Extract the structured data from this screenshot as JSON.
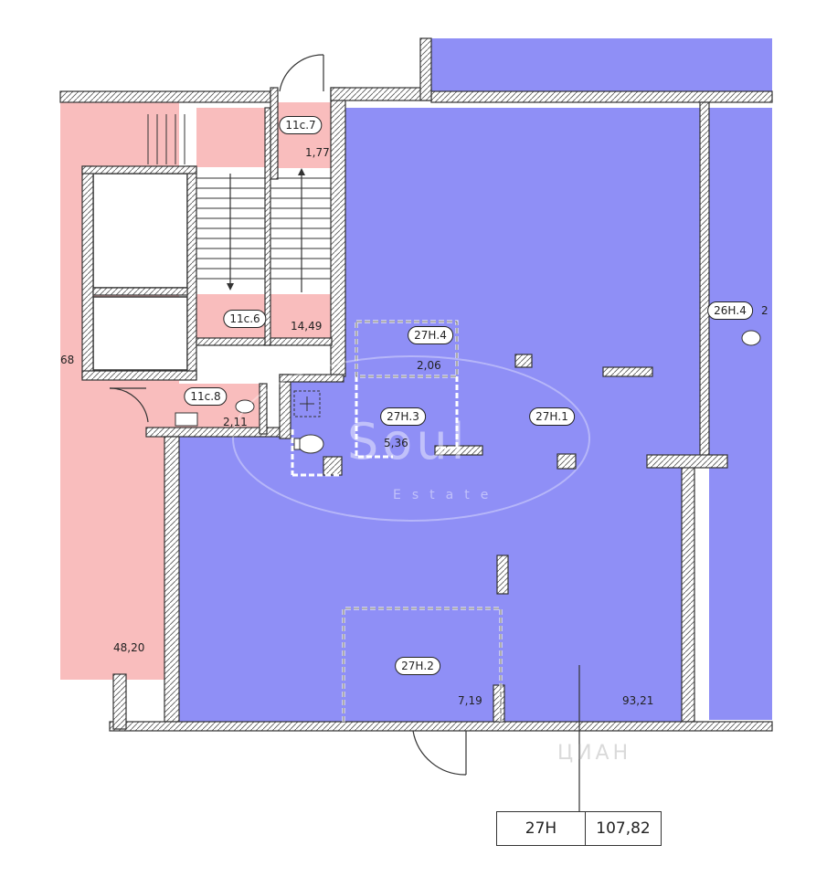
{
  "colors": {
    "premises_fill": "#8F8FF6",
    "common_area_fill": "#F9BDBD",
    "wall_fill": "#FFFFFF",
    "wall_stroke": "#333333"
  },
  "rooms": [
    {
      "id": "11c7",
      "label": "11с.7",
      "area": "1,77"
    },
    {
      "id": "11c6",
      "label": "11с.6",
      "area": "14,49"
    },
    {
      "id": "11c8",
      "label": "11с.8",
      "area": "2,11"
    },
    {
      "id": "26h4",
      "label": "26Н.4",
      "area": "2"
    },
    {
      "id": "27h4",
      "label": "27Н.4",
      "area": "2,06"
    },
    {
      "id": "27h3",
      "label": "27Н.3",
      "area": "5,36"
    },
    {
      "id": "27h1",
      "label": "27Н.1",
      "area": ""
    },
    {
      "id": "27h2",
      "label": "27Н.2",
      "area": "7,19"
    }
  ],
  "other_areas": {
    "left_partial": "68",
    "left_big": "48,20",
    "main": "93,21"
  },
  "legend": {
    "unit": "27Н",
    "total_area": "107,82"
  },
  "watermark": {
    "main": "Soul",
    "sub": "Estate",
    "secondary": "ЦИАН"
  }
}
